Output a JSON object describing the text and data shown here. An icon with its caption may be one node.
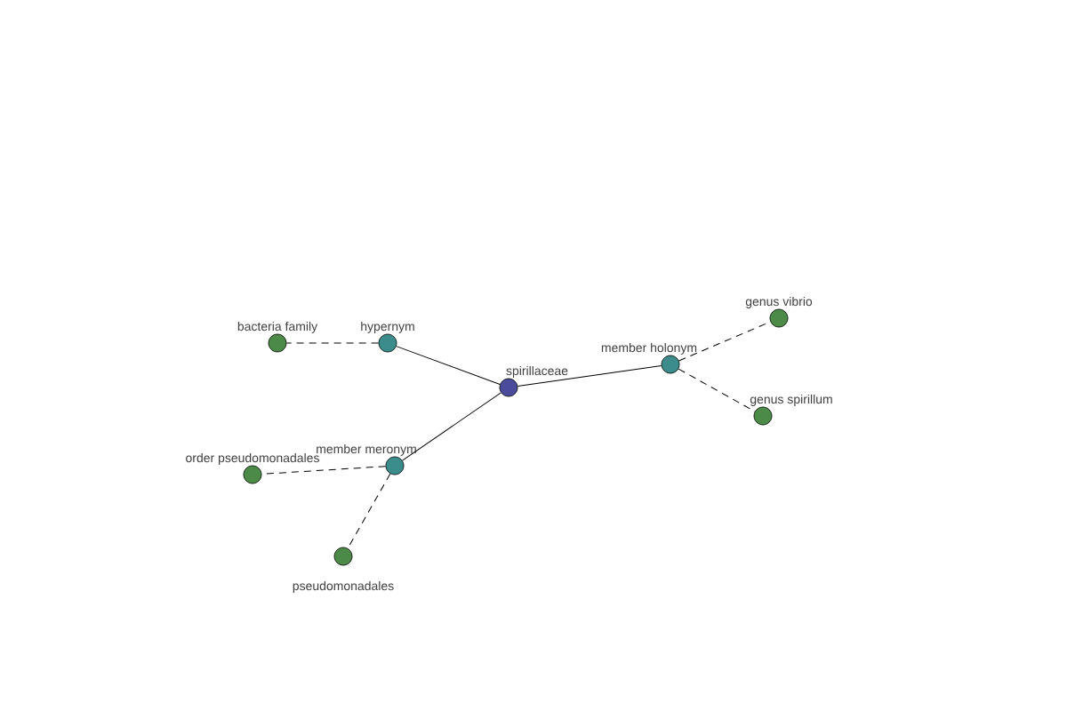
{
  "diagram": {
    "nodes": [
      {
        "text": [
          "spirillaceae"
        ]
      },
      {
        "text": [
          "hypernym"
        ]
      },
      {
        "text": [
          "member holonym"
        ]
      },
      {
        "text": [
          "member meronym"
        ]
      },
      {
        "text": [
          "bacteria family"
        ]
      },
      {
        "text": [
          "genus vibrio"
        ]
      },
      {
        "text": [
          "genus spirillum"
        ]
      },
      {
        "text": [
          "order pseudomonadales"
        ]
      },
      {
        "text": [
          "pseudomonadales"
        ]
      }
    ],
    "edges": [
      {
        "from": 0,
        "to": 1,
        "arrow": "none"
      },
      {
        "from": 0,
        "to": 2,
        "arrow": "none"
      },
      {
        "from": 0,
        "to": 3,
        "arrow": "none"
      },
      {
        "from": 1,
        "to": 4,
        "arrow": "none",
        "style": "dashed"
      },
      {
        "from": 2,
        "to": 5,
        "arrow": "none",
        "style": "dashed"
      },
      {
        "from": 2,
        "to": 6,
        "arrow": "none",
        "style": "dashed"
      },
      {
        "from": 3,
        "to": 7,
        "arrow": "none",
        "style": "dashed"
      },
      {
        "from": 3,
        "to": 8,
        "arrow": "none",
        "style": "dashed"
      }
    ]
  }
}
